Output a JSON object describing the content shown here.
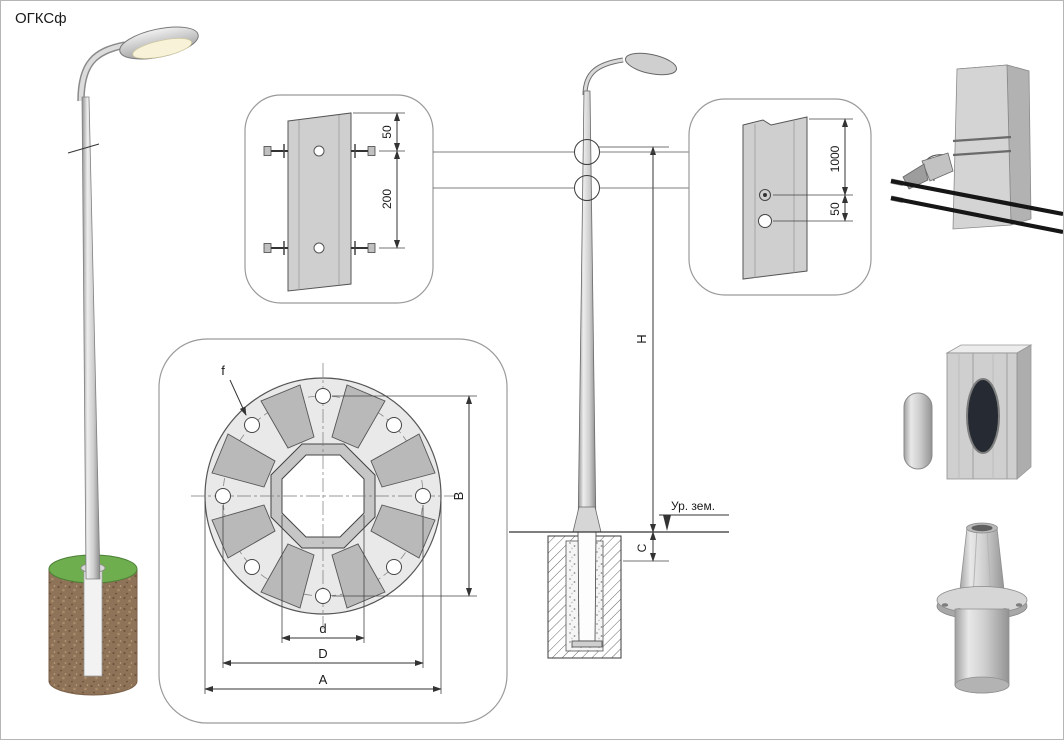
{
  "labels": {
    "title": "ОГКСф"
  },
  "detail_top": {
    "dim_small": "50",
    "dim_large": "200"
  },
  "detail_side": {
    "dim_large": "1000",
    "dim_small": "50"
  },
  "flange_plan": {
    "f_label": "f",
    "b_label": "B",
    "d_label": "d",
    "big_d_label": "D",
    "a_label": "A"
  },
  "elevation": {
    "h_label": "H",
    "c_label": "C",
    "ground_label": "Ур. зем."
  },
  "colors": {
    "steel_light": "#ededed",
    "steel_mid": "#cfcfcf",
    "steel_dark": "#8f8f8f",
    "soil_brown": "#8f7358",
    "grass_green": "#6fae4e",
    "line": "#333333"
  }
}
